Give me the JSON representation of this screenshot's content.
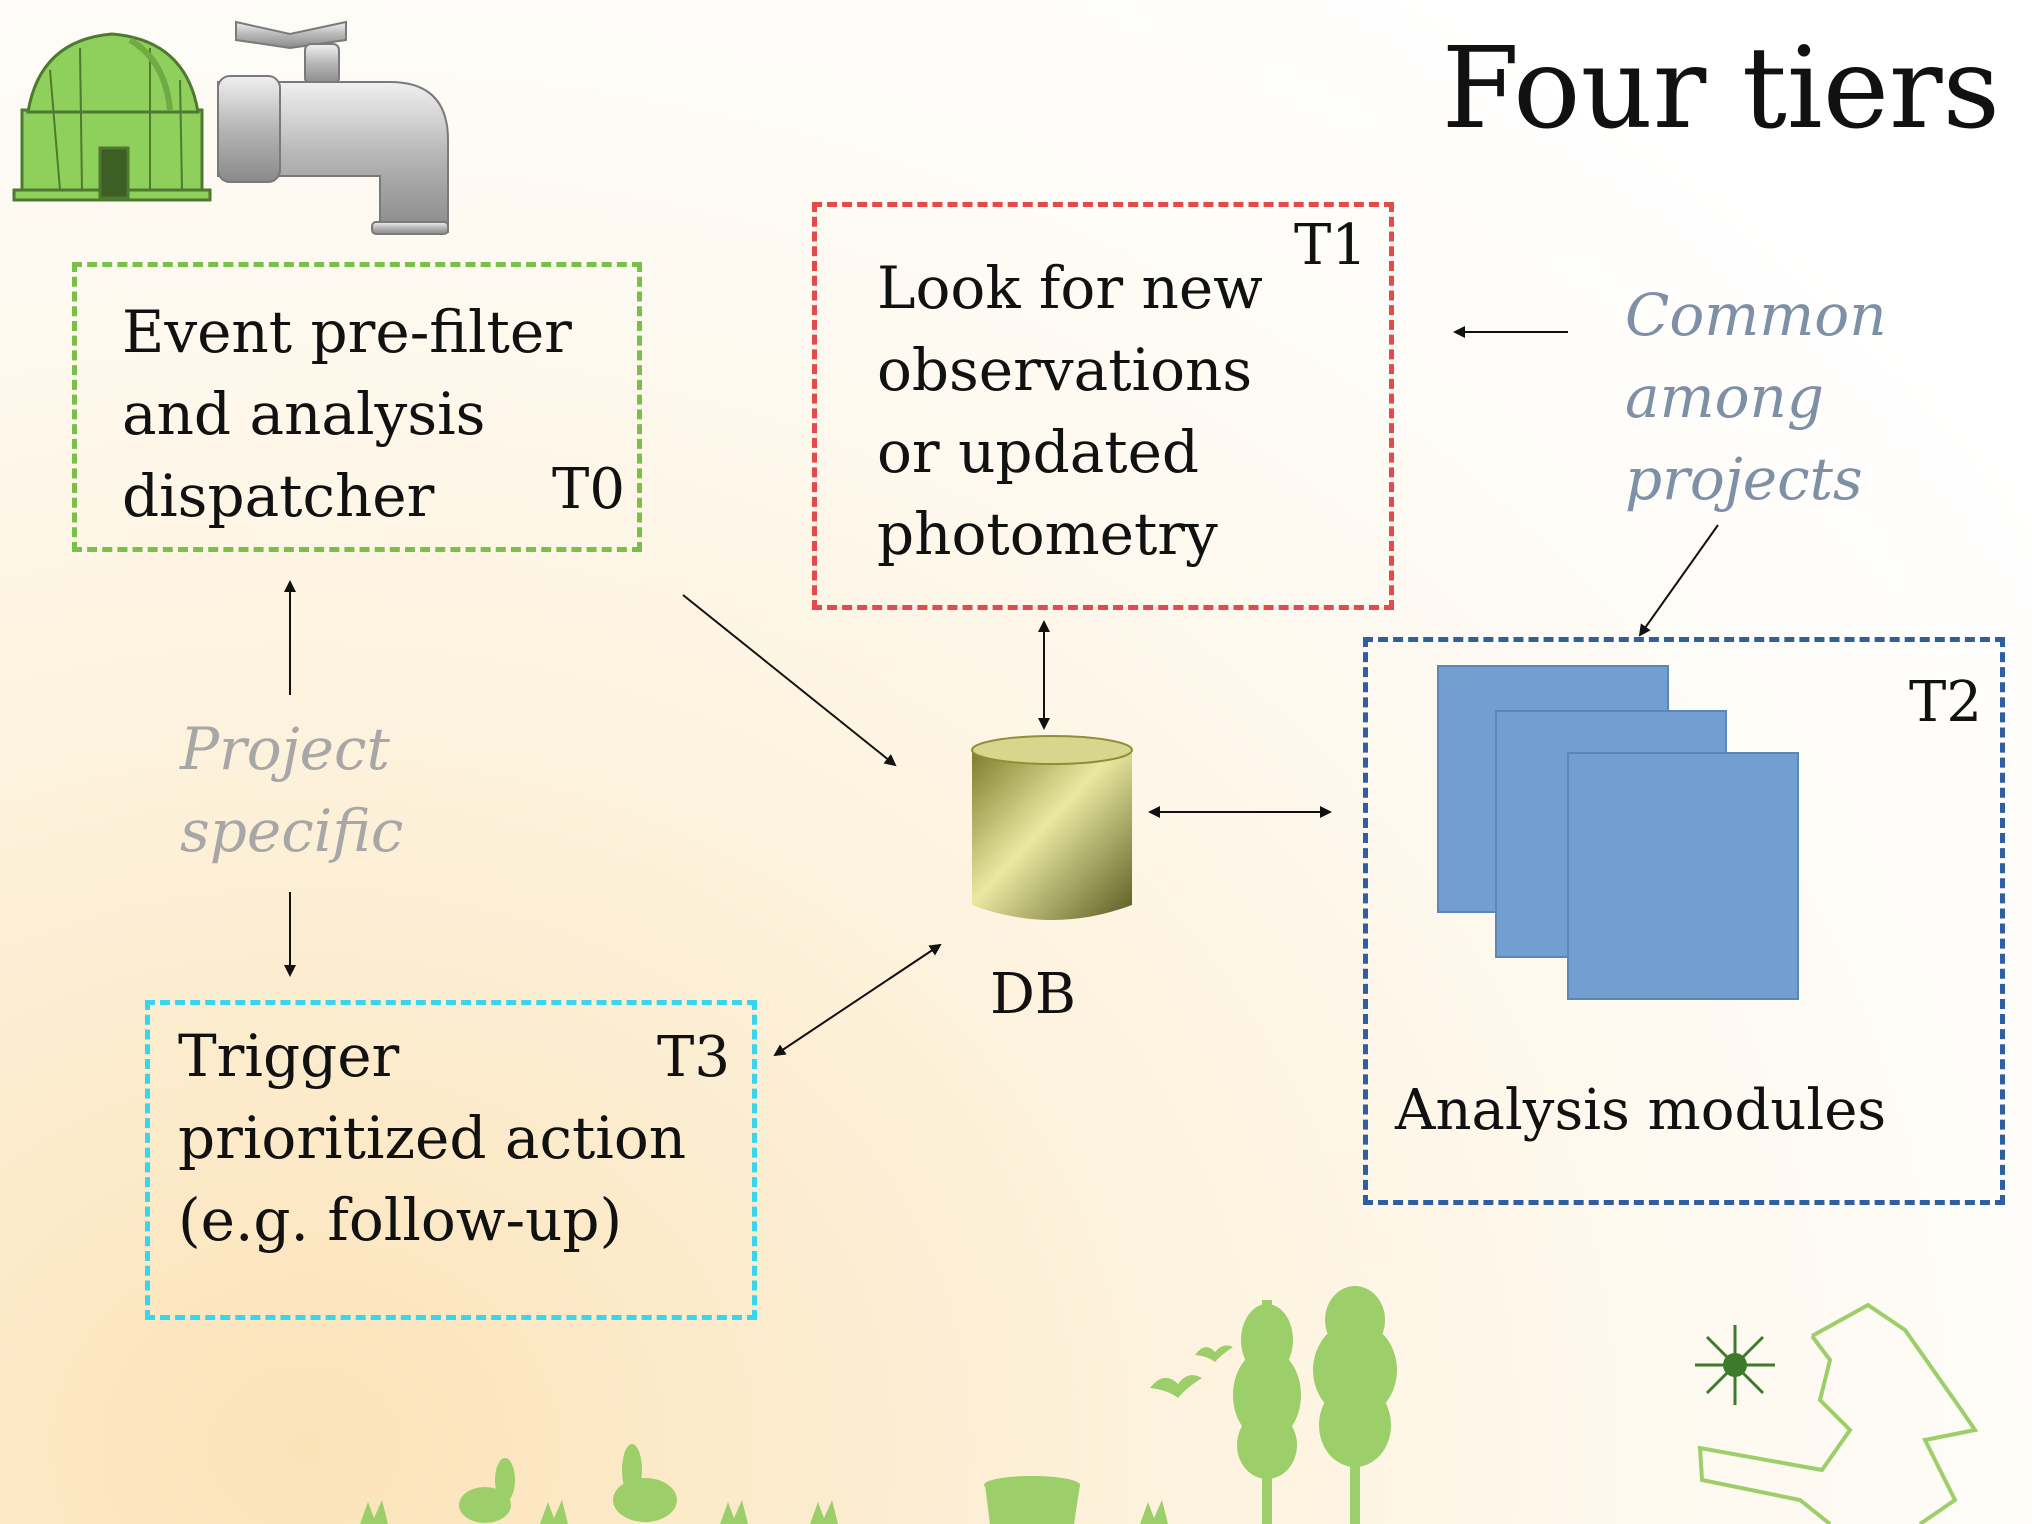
{
  "title": "Four tiers",
  "tiers": {
    "t0": {
      "text": "Event pre-filter\nand analysis\ndispatcher",
      "tag": "T0",
      "color": "#79c04a"
    },
    "t1": {
      "text": "Look for new\nobservations\nor updated\nphotometry",
      "tag": "T1",
      "color": "#e34a4a"
    },
    "t2": {
      "label": "Analysis modules",
      "tag": "T2",
      "color": "#2e5fa4"
    },
    "t3": {
      "text": "Trigger\nprioritized action\n(e.g. follow-up)",
      "tag": "T3",
      "color": "#38d6ee"
    }
  },
  "db": {
    "label": "DB"
  },
  "notes": {
    "common": "Common\namong\nprojects",
    "project": "Project\nspecific"
  },
  "icons": [
    "observatory-icon",
    "water-tap-icon",
    "database-icon",
    "nature-silhouettes",
    "astronomer-logo-icon"
  ]
}
